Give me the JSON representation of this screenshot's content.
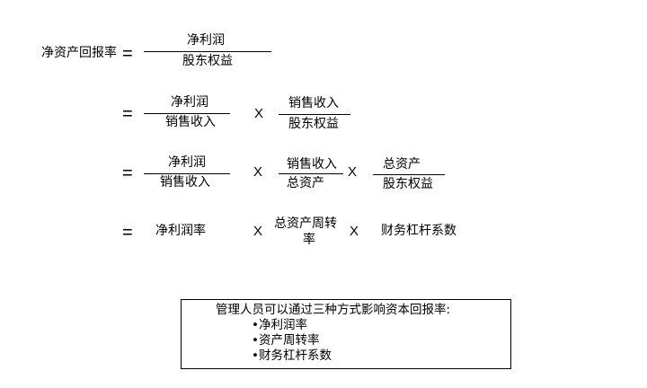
{
  "formula": {
    "lhs": "净资产回报率",
    "eq": "=",
    "times": "X",
    "row1": {
      "num": "净利润",
      "den": "股东权益"
    },
    "row2": {
      "f1_num": "净利润",
      "f1_den": "销售收入",
      "f2_num": "销售收入",
      "f2_den": "股东权益"
    },
    "row3": {
      "f1_num": "净利润",
      "f1_den": "销售收入",
      "f2_num": "销售收入",
      "f2_den": "总资产",
      "f3_num": "总资产",
      "f3_den": "股东权益"
    },
    "row4": {
      "t1": "净利润率",
      "t2_line1": "总资产周转",
      "t2_line2": "率",
      "t3": "财务杠杆系数"
    }
  },
  "note": {
    "heading": "管理人员可以通过三种方式影响资本回报率:",
    "items": [
      "•净利润率",
      "•资产周转率",
      "•财务杠杆系数"
    ]
  }
}
